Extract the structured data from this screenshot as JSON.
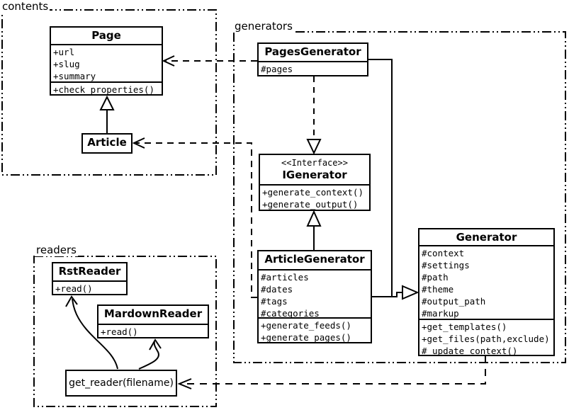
{
  "diagram": {
    "packages": {
      "contents": "contents",
      "generators": "generators",
      "readers": "readers"
    },
    "classes": {
      "page": {
        "name": "Page",
        "attrs": [
          "+url",
          "+slug",
          "+summary"
        ],
        "methods": [
          "+check_properties()"
        ]
      },
      "article": {
        "name": "Article"
      },
      "pagesGenerator": {
        "name": "PagesGenerator",
        "attrs": [
          "#pages"
        ]
      },
      "igenerator": {
        "stereotype": "<<Interface>>",
        "name": "IGenerator",
        "methods": [
          "+generate_context()",
          "+generate_output()"
        ]
      },
      "articleGenerator": {
        "name": "ArticleGenerator",
        "attrs": [
          "#articles",
          "#dates",
          "#tags",
          "#categories"
        ],
        "methods": [
          "+generate_feeds()",
          "+generate_pages()"
        ]
      },
      "generator": {
        "name": "Generator",
        "attrs": [
          "#context",
          "#settings",
          "#path",
          "#theme",
          "#output_path",
          "#markup"
        ],
        "methods": [
          "+get_templates()",
          "+get_files(path,exclude)",
          "#_update_context()"
        ]
      },
      "rstReader": {
        "name": "RstReader",
        "methods": [
          "+read()"
        ]
      },
      "mardownReader": {
        "name": "MardownReader",
        "methods": [
          "+read()"
        ]
      },
      "getReader": {
        "name": "get_reader(filename)"
      }
    },
    "edges": [
      {
        "from": "Article",
        "to": "Page",
        "type": "generalization"
      },
      {
        "from": "PagesGenerator",
        "to": "Page",
        "type": "dependency"
      },
      {
        "from": "ArticleGenerator",
        "to": "Article",
        "type": "dependency"
      },
      {
        "from": "PagesGenerator",
        "to": "IGenerator",
        "type": "realization"
      },
      {
        "from": "ArticleGenerator",
        "to": "IGenerator",
        "type": "generalization"
      },
      {
        "from": "PagesGenerator",
        "to": "Generator",
        "type": "generalization"
      },
      {
        "from": "ArticleGenerator",
        "to": "Generator",
        "type": "generalization"
      },
      {
        "from": "Generator",
        "to": "get_reader(filename)",
        "type": "dependency"
      },
      {
        "from": "get_reader(filename)",
        "to": "RstReader",
        "type": "arrow"
      },
      {
        "from": "get_reader(filename)",
        "to": "MardownReader",
        "type": "arrow"
      }
    ],
    "colors": {
      "line": "#000000",
      "background": "#ffffff"
    }
  }
}
